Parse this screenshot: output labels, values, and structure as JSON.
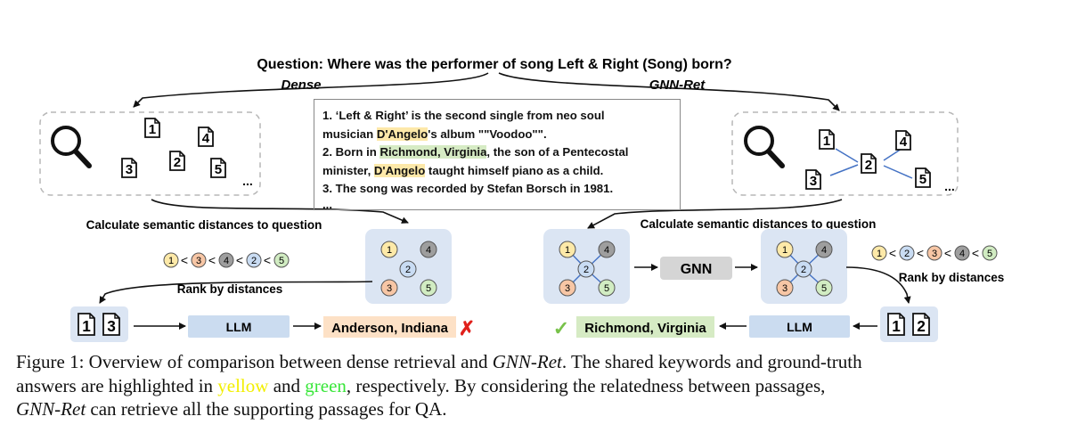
{
  "question": "Question: Where was the performer of song Left & Right (Song) born?",
  "method_left": "Dense",
  "method_right": "GNN-Ret",
  "passages": {
    "p1_pre": "1. ‘Left & Right’ is the second single from neo soul",
    "p1_l2_pre": "musician ",
    "p1_kw": "D'Angelo",
    "p1_l2_post": "'s album \"\"Voodoo\"\".",
    "p2_pre": "2. Born in ",
    "p2_ans": "Richmond, Virginia",
    "p2_post": ", the son of a Pentecostal",
    "p2_l2_pre": "minister, ",
    "p2_kw": "D'Angelo",
    "p2_l2_post": " taught himself piano as a child.",
    "p3": "3. The song was recorded by Stefan Borsch in 1981.",
    "ellipsis": "..."
  },
  "doc_numbers": [
    "1",
    "2",
    "3",
    "4",
    "5"
  ],
  "ellipsis": "...",
  "calc_label": "Calculate semantic distances to question",
  "rank_label": "Rank by distances",
  "ranking_left": {
    "items": [
      "1",
      "3",
      "4",
      "2",
      "5"
    ],
    "sep": "<"
  },
  "ranking_right": {
    "items": [
      "1",
      "2",
      "3",
      "4",
      "5"
    ],
    "sep": "<"
  },
  "gnn_label": "GNN",
  "llm_label": "LLM",
  "retrieved_left": [
    "1",
    "3"
  ],
  "retrieved_right": [
    "1",
    "2"
  ],
  "answer_left": "Anderson, Indiana",
  "answer_right": "Richmond, Virginia",
  "wrong_mark": "✗",
  "right_mark": "✓",
  "colors": {
    "node1": "#fde9a8",
    "node2": "#c9dcf3",
    "node3": "#f7c6a5",
    "node4": "#9e9e9e",
    "node5": "#d1ecc2",
    "graph_panel": "#dbe5f3",
    "llm_box": "#cbdcf0",
    "gnn_box": "#d5d5d5",
    "answer_wrong_bg": "#fde1c6",
    "answer_right_bg": "#d6ebc4",
    "cross": "#e0201b",
    "check": "#78c24a",
    "edge": "#4472c4"
  },
  "caption": {
    "fig": "Figure 1: Overview of comparison between dense retrieval and ",
    "method": "GNN-Ret",
    "t1": ". The shared keywords and ground-truth",
    "t2": "answers are highlighted in ",
    "yellow": "yellow",
    "t3": " and ",
    "green": "green",
    "t4": ", respectively.  By considering the relatedness between passages,",
    "method2": "GNN-Ret",
    "t5": " can retrieve all the supporting passages for QA."
  }
}
